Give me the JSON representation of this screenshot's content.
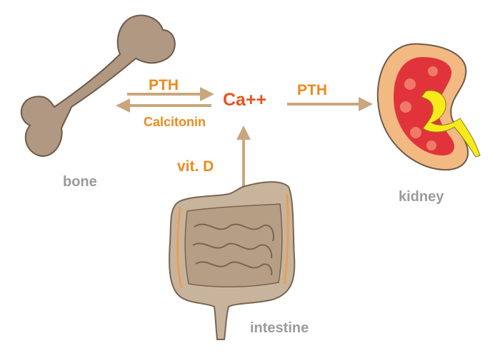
{
  "organs": {
    "bone": "bone",
    "kidney": "kidney",
    "intestine": "intestine"
  },
  "center": {
    "ion": "Ca++"
  },
  "arrows": {
    "bone_to_ca": "PTH",
    "ca_to_bone": "Calcitonin",
    "ca_to_kidney": "PTH",
    "intestine_to_ca": "vit. D"
  },
  "colors": {
    "ion": "#e8531f",
    "hormone": "#ee8a1c",
    "organ_label": "#9b9b9b",
    "arrow": "#c9a77c",
    "bone_fill": "#b09882",
    "intestine_fill": "#c8b49c",
    "kidney_outer": "#f3b982",
    "kidney_red": "#e0343a",
    "kidney_pelvis": "#f7ea1a"
  }
}
